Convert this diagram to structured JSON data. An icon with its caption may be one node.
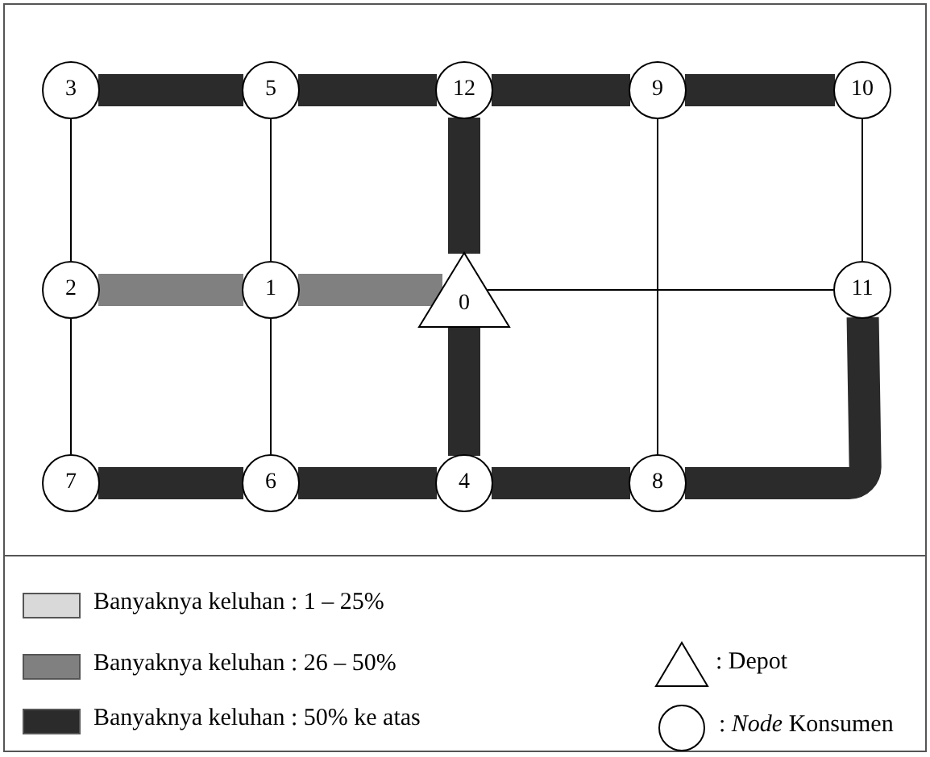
{
  "diagram": {
    "nodes": [
      {
        "text": [
          "3"
        ]
      },
      {
        "text": [
          "5"
        ]
      },
      {
        "text": [
          "12"
        ]
      },
      {
        "text": [
          "9"
        ]
      },
      {
        "text": [
          "10"
        ]
      },
      {
        "text": [
          "2"
        ]
      },
      {
        "text": [
          "1"
        ]
      },
      {
        "text": [
          "0"
        ]
      },
      {
        "text": [
          "11"
        ]
      },
      {
        "text": [
          "7"
        ]
      },
      {
        "text": [
          "6"
        ]
      },
      {
        "text": [
          "4"
        ]
      },
      {
        "text": [
          "8"
        ]
      }
    ],
    "edges": [
      {
        "from": 0,
        "to": 1,
        "arrow": "none"
      },
      {
        "from": 1,
        "to": 2,
        "arrow": "none"
      },
      {
        "from": 2,
        "to": 3,
        "arrow": "none"
      },
      {
        "from": 3,
        "to": 4,
        "arrow": "none"
      },
      {
        "from": 0,
        "to": 5,
        "arrow": "none",
        "color": "#000000"
      },
      {
        "from": 5,
        "to": 9,
        "arrow": "none",
        "color": "#000000"
      },
      {
        "from": 1,
        "to": 6,
        "arrow": "none",
        "color": "#000000"
      },
      {
        "from": 6,
        "to": 10,
        "arrow": "none",
        "color": "#000000"
      },
      {
        "from": 2,
        "to": 7,
        "arrow": "none"
      },
      {
        "from": 7,
        "to": 11,
        "arrow": "none"
      },
      {
        "from": 3,
        "to": 12,
        "arrow": "none",
        "color": "#000000"
      },
      {
        "from": 4,
        "to": 8,
        "arrow": "none",
        "color": "#000000"
      },
      {
        "from": 5,
        "to": 6,
        "arrow": "none",
        "color": "#808080"
      },
      {
        "from": 6,
        "to": 7,
        "arrow": "none",
        "color": "#808080"
      },
      {
        "from": 7,
        "to": 8,
        "arrow": "none",
        "color": "#000000"
      },
      {
        "from": 9,
        "to": 10,
        "arrow": "none"
      },
      {
        "from": 10,
        "to": 11,
        "arrow": "none"
      },
      {
        "from": 11,
        "to": 12,
        "arrow": "none"
      },
      {
        "from": 12,
        "to": 8,
        "arrow": "none"
      }
    ],
    "legend": [
      {
        "text": "Banyaknya keluhan : 1 – 25%",
        "color": "#d9d9d9"
      },
      {
        "text": "Banyaknya keluhan : 26 – 50%",
        "color": "#808080"
      },
      {
        "text": "Banyaknya keluhan : 50% ke atas",
        "color": "#2b2b2b"
      },
      {
        "text": ": Depot"
      },
      {
        "text": ": *Node* Konsumen"
      }
    ]
  }
}
